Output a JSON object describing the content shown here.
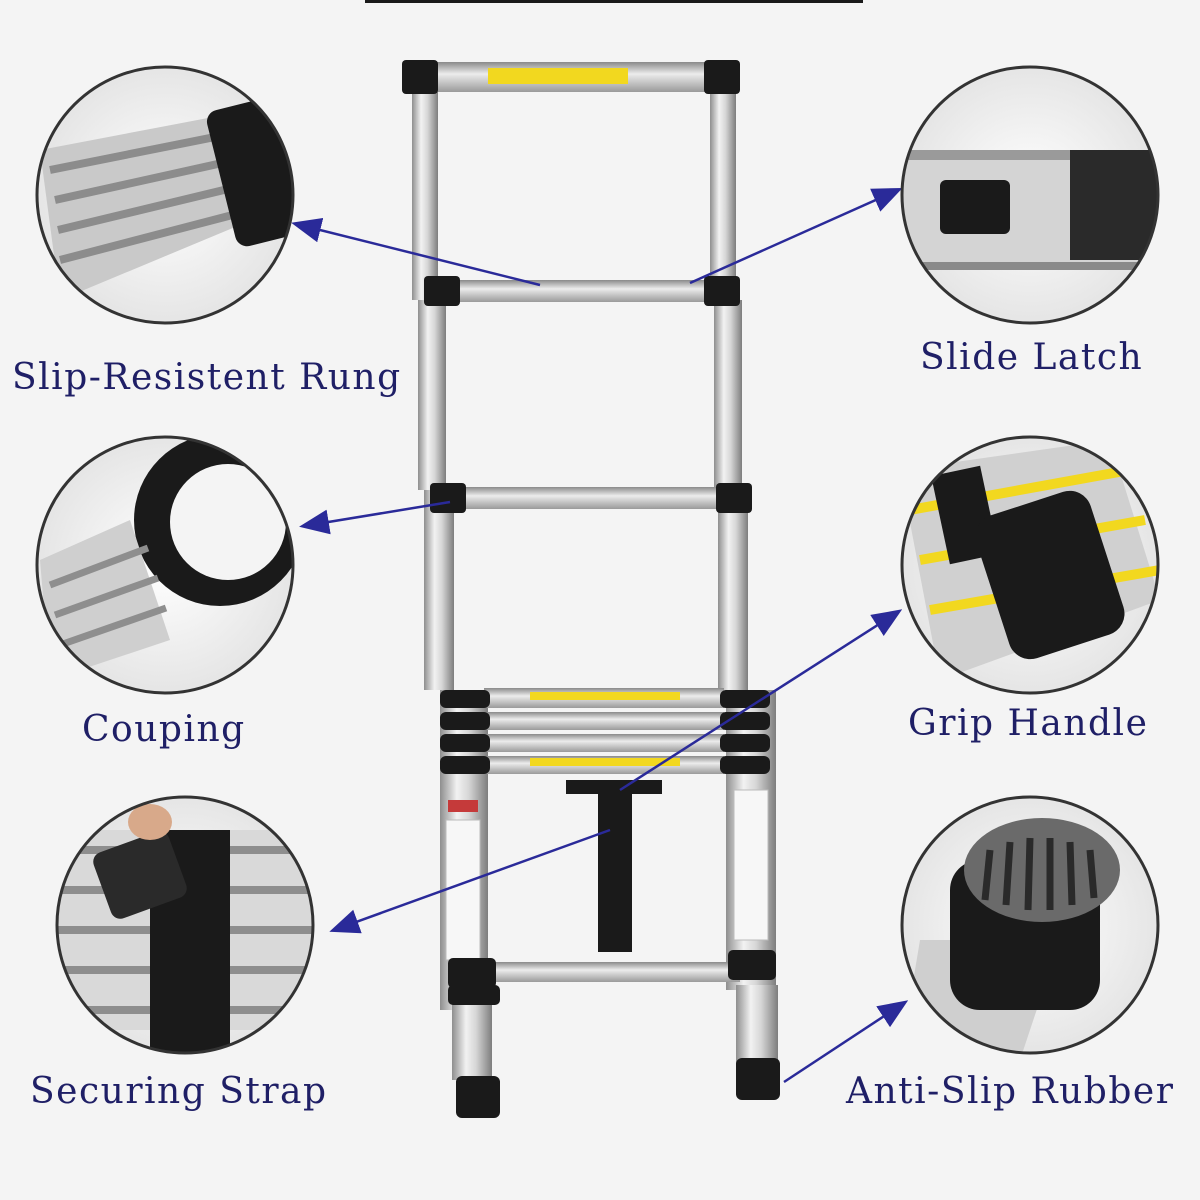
{
  "labels": {
    "rung": "Slip-Resistent Rung",
    "latch": "Slide Latch",
    "coupling": "Couping",
    "grip": "Grip Handle",
    "strap": "Securing Strap",
    "rubber": "Anti-Slip Rubber"
  },
  "colors": {
    "label_text": "#1f1f66",
    "arrow": "#2a2a99",
    "aluminum_light": "#e6e6e6",
    "aluminum_dark": "#9c9c9c",
    "rubber_black": "#1a1a1a",
    "warning_yellow": "#f2d81f"
  }
}
